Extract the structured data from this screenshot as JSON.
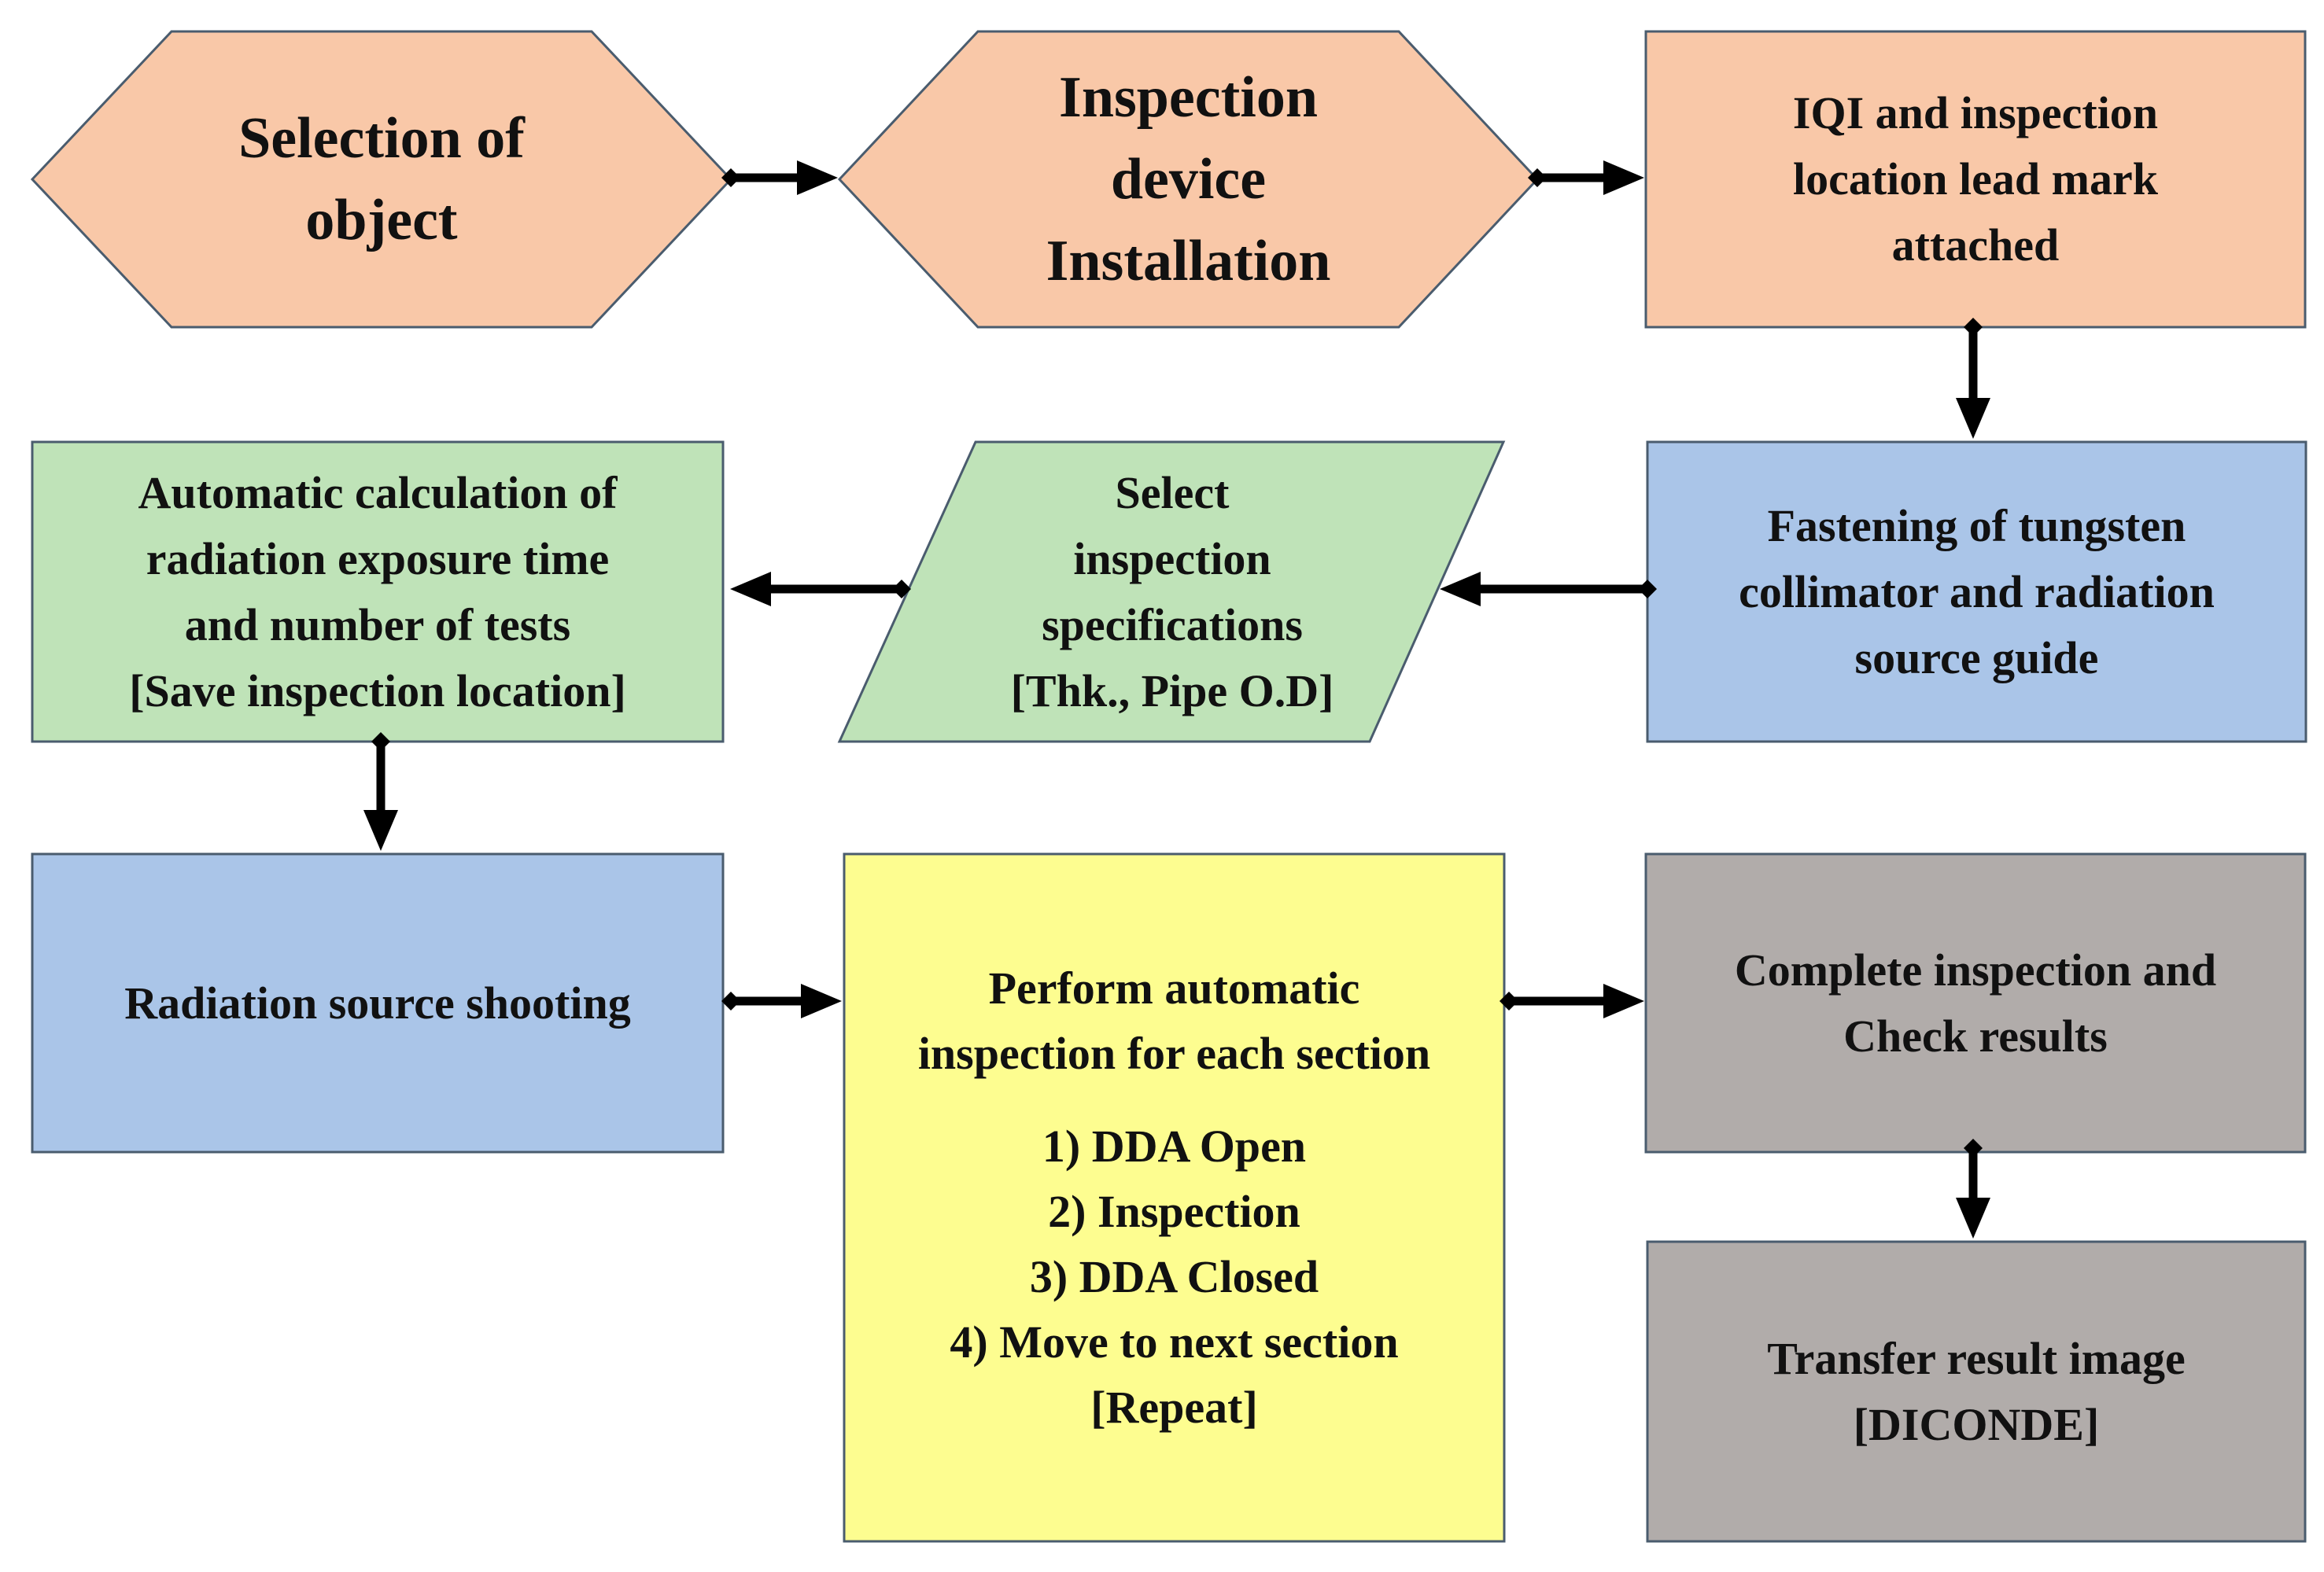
{
  "colors": {
    "peach": "#F9C8A8",
    "green": "#BFE3B8",
    "blue": "#AAC5E8",
    "yellow": "#FDFD90",
    "gray": "#B1ACAA",
    "stroke": "#4A5C6E",
    "arrow": "#000000"
  },
  "nodes": {
    "selection_object": {
      "shape": "hexagon",
      "lines": [
        "Selection of",
        "object"
      ]
    },
    "device_installation": {
      "shape": "hexagon",
      "lines": [
        "Inspection",
        "device",
        "Installation"
      ]
    },
    "iqi_lead_mark": {
      "shape": "rectangle",
      "lines": [
        "IQI and inspection",
        "location lead mark",
        "attached"
      ]
    },
    "tungsten_collimator": {
      "shape": "rectangle",
      "lines": [
        "Fastening of tungsten",
        "collimator and radiation",
        "source guide"
      ]
    },
    "select_specs": {
      "shape": "parallelogram",
      "lines": [
        "Select",
        "inspection",
        "specifications",
        "[Thk., Pipe O.D]"
      ]
    },
    "auto_calculation": {
      "shape": "rectangle",
      "lines": [
        "Automatic calculation of",
        "radiation exposure time",
        "and number of tests",
        "[Save inspection location]"
      ]
    },
    "source_shooting": {
      "shape": "rectangle",
      "lines": [
        "Radiation source shooting"
      ]
    },
    "auto_inspection": {
      "shape": "rectangle",
      "lines": [
        "Perform automatic",
        "inspection for each section"
      ],
      "steps": [
        "1) DDA Open",
        "2) Inspection",
        "3) DDA Closed",
        "4) Move to next section",
        "[Repeat]"
      ]
    },
    "complete_check": {
      "shape": "rectangle",
      "lines": [
        "Complete inspection and",
        "Check results"
      ]
    },
    "transfer_image": {
      "shape": "rectangle",
      "lines": [
        "Transfer result image",
        "[DICONDE]"
      ]
    }
  },
  "edges": [
    {
      "from": "selection_object",
      "to": "device_installation"
    },
    {
      "from": "device_installation",
      "to": "iqi_lead_mark"
    },
    {
      "from": "iqi_lead_mark",
      "to": "tungsten_collimator"
    },
    {
      "from": "tungsten_collimator",
      "to": "select_specs"
    },
    {
      "from": "select_specs",
      "to": "auto_calculation"
    },
    {
      "from": "auto_calculation",
      "to": "source_shooting"
    },
    {
      "from": "source_shooting",
      "to": "auto_inspection"
    },
    {
      "from": "auto_inspection",
      "to": "complete_check"
    },
    {
      "from": "complete_check",
      "to": "transfer_image"
    }
  ]
}
